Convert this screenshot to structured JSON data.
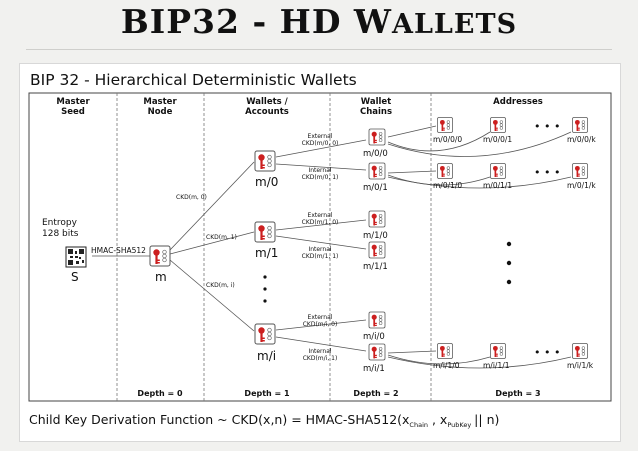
{
  "slide": {
    "title_prefix": "BIP32 - HD W",
    "title_rest": "ALLETS"
  },
  "diagram": {
    "heading": "BIP 32 - Hierarchical Deterministic Wallets",
    "columns": [
      {
        "line1": "Master",
        "line2": "Seed"
      },
      {
        "line1": "Master",
        "line2": "Node"
      },
      {
        "line1": "Wallets /",
        "line2": "Accounts"
      },
      {
        "line1": "Wallet",
        "line2": "Chains"
      },
      {
        "line1": "Addresses",
        "line2": ""
      }
    ],
    "entropy": {
      "line1": "Entropy",
      "line2": "128 bits"
    },
    "seed_label": "S",
    "hmac_label": "HMAC-SHA512",
    "master_label": "m",
    "ckd_m0": "CKD(m, 0)",
    "ckd_m1": "CKD(m, 1)",
    "ckd_mi": "CKD(m, i)",
    "accounts": [
      {
        "label": "m/0",
        "ext": {
          "t": "External",
          "f": "CKD(m/0, 0)"
        },
        "int": {
          "t": "Internal",
          "f": "CKD(m/0, 1)"
        },
        "chain_ext": "m/0/0",
        "chain_int": "m/0/1",
        "addr_ext": [
          "m/0/0/0",
          "m/0/0/1",
          "m/0/0/k"
        ],
        "addr_int": [
          "m/0/1/0",
          "m/0/1/1",
          "m/0/1/k"
        ]
      },
      {
        "label": "m/1",
        "ext": {
          "t": "External",
          "f": "CKD(m/1, 0)"
        },
        "int": {
          "t": "Internal",
          "f": "CKD(m/1, 1)"
        },
        "chain_ext": "m/1/0",
        "chain_int": "m/1/1"
      },
      {
        "label": "m/i",
        "ext": {
          "t": "External",
          "f": "CKD(m/i, 0)"
        },
        "int": {
          "t": "Internal",
          "f": "CKD(m/i, 1)"
        },
        "chain_ext": "m/i/0",
        "chain_int": "m/i/1",
        "addr_int": [
          "m/i/1/0",
          "m/i/1/1",
          "m/i/1/k"
        ]
      }
    ],
    "depths": [
      "Depth = 0",
      "Depth = 1",
      "Depth = 2",
      "Depth = 3"
    ],
    "formula": {
      "pre": "Child Key Derivation Function ~  CKD(x,n) = HMAC-SHA512(x",
      "chain_sub": "Chain",
      "mid": " , x",
      "pubkey_sub": "PubKey",
      "post": "|| n)"
    },
    "ellipsis": "• • •",
    "colors": {
      "key_red": "#cc1f1f",
      "key_border": "#555555"
    }
  }
}
